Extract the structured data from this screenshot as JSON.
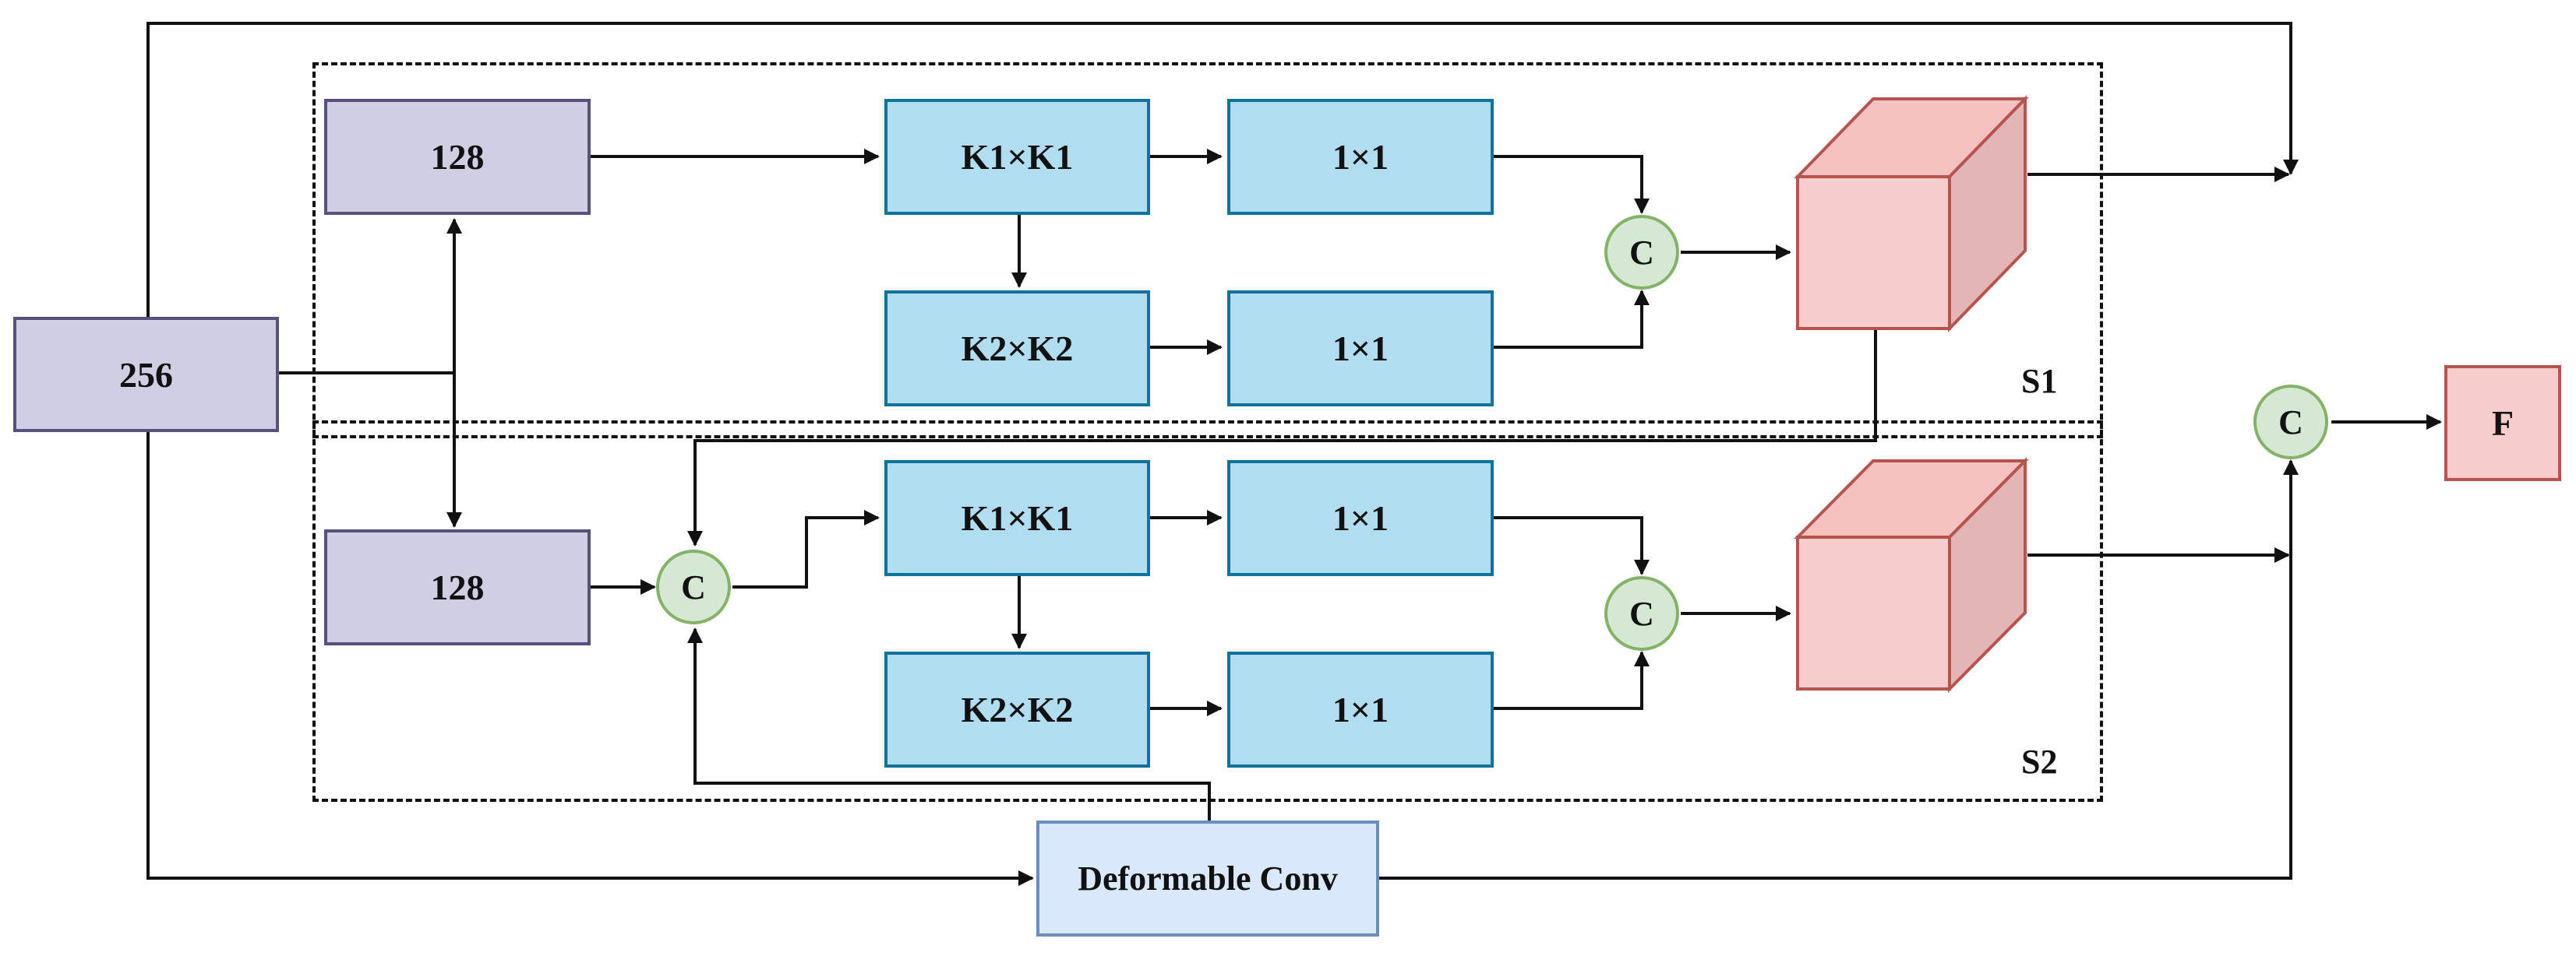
{
  "diagram": {
    "input_block": "256",
    "branch1_reduce": "128",
    "branch2_reduce": "128",
    "s1_conv_k1": "K1×K1",
    "s1_conv_k2": "K2×K2",
    "s1_pw_top": "1×1",
    "s1_pw_bottom": "1×1",
    "s2_conv_k1": "K1×K1",
    "s2_conv_k2": "K2×K2",
    "s2_pw_top": "1×1",
    "s2_pw_bottom": "1×1",
    "concat_symbol": "C",
    "deformable_conv": "Deformable Conv",
    "output": "F",
    "scale1_label": "S1",
    "scale2_label": "S2"
  },
  "colors": {
    "purple_fill": "#d0cee2",
    "blue_fill": "#b1ddf0",
    "light_blue_fill": "#dae8fc",
    "red_fill": "#f8cecc",
    "green_fill": "#d5e8d4",
    "line": "#111111"
  }
}
